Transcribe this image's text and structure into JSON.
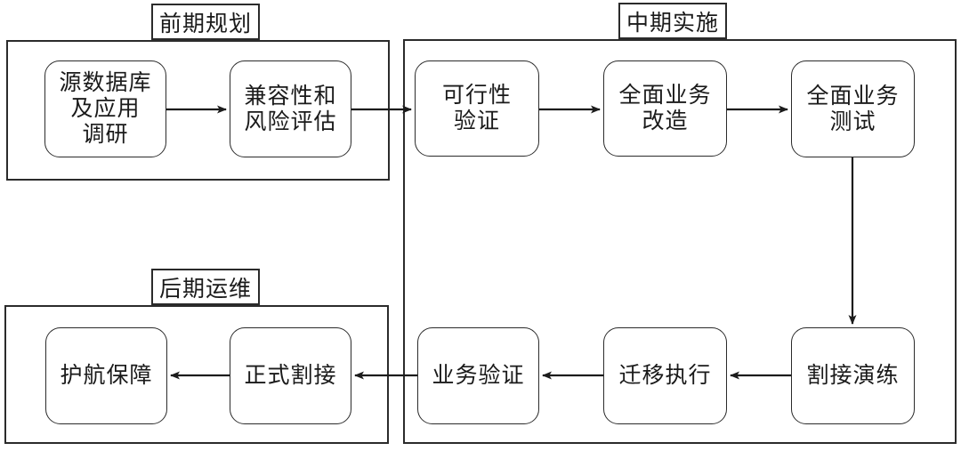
{
  "diagram": {
    "groups": {
      "early": {
        "label": "前期规划"
      },
      "mid": {
        "label": "中期实施"
      },
      "late": {
        "label": "后期运维"
      }
    },
    "nodes": {
      "survey": {
        "label": "源数据库\n及应用\n调研"
      },
      "assess": {
        "label": "兼容性和\n风险评估"
      },
      "feasibility": {
        "label": "可行性\n验证"
      },
      "transform": {
        "label": "全面业务\n改造"
      },
      "test": {
        "label": "全面业务\n测试"
      },
      "rehearsal": {
        "label": "割接演练"
      },
      "migration": {
        "label": "迁移执行"
      },
      "verify": {
        "label": "业务验证"
      },
      "cutover": {
        "label": "正式割接"
      },
      "escort": {
        "label": "护航保障"
      }
    },
    "edges": [
      {
        "from": "survey",
        "to": "assess"
      },
      {
        "from": "assess",
        "to": "feasibility"
      },
      {
        "from": "feasibility",
        "to": "transform"
      },
      {
        "from": "transform",
        "to": "test"
      },
      {
        "from": "test",
        "to": "rehearsal"
      },
      {
        "from": "rehearsal",
        "to": "migration"
      },
      {
        "from": "migration",
        "to": "verify"
      },
      {
        "from": "verify",
        "to": "cutover"
      },
      {
        "from": "cutover",
        "to": "escort"
      }
    ],
    "colors": {
      "stroke": "#2b2b2b",
      "arrow": "#1c1c1c",
      "background": "#ffffff",
      "text": "#1a1a1a"
    }
  }
}
